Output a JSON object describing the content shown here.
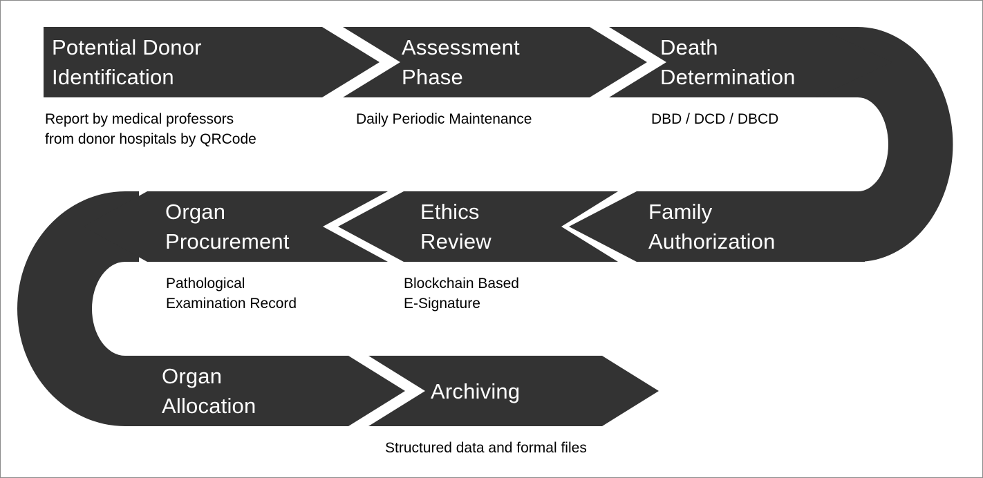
{
  "colors": {
    "band": "#333333",
    "note_text": "#000000",
    "label_text": "#ffffff",
    "border": "#8a8a8a"
  },
  "steps": [
    {
      "label": [
        "Potential Donor",
        "Identification"
      ],
      "note": [
        "Report by medical professors",
        "from donor hospitals by QRCode"
      ]
    },
    {
      "label": [
        "Assessment",
        "Phase"
      ],
      "note": [
        "Daily Periodic Maintenance"
      ]
    },
    {
      "label": [
        "Death",
        "Determination"
      ],
      "note": [
        "DBD / DCD / DBCD"
      ]
    },
    {
      "label": [
        "Family",
        "Authorization"
      ],
      "note": []
    },
    {
      "label": [
        "Ethics",
        "Review"
      ],
      "note": [
        "Blockchain Based",
        "E-Signature"
      ]
    },
    {
      "label": [
        "Organ",
        "Procurement"
      ],
      "note": [
        "Pathological",
        "Examination Record"
      ]
    },
    {
      "label": [
        "Organ",
        "Allocation"
      ],
      "note": []
    },
    {
      "label": [
        "Archiving"
      ],
      "note": [
        "Structured data and formal files"
      ]
    }
  ]
}
